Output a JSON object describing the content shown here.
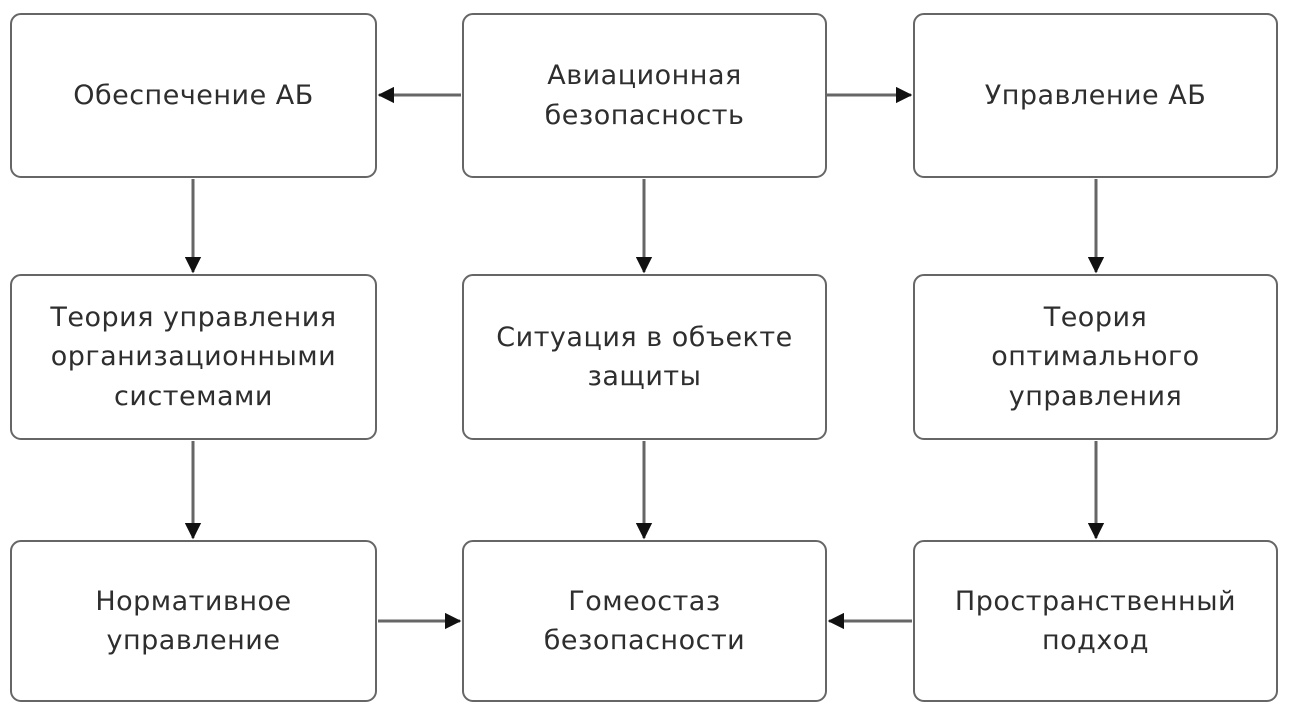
{
  "diagram": {
    "title": "Aviation security concepts flowchart",
    "nodes": {
      "security_provision": {
        "label": "Обеспечение АБ"
      },
      "aviation_security": {
        "label": "Авиационная\nбезопасность"
      },
      "security_management": {
        "label": "Управление АБ"
      },
      "org_systems_control_theory": {
        "label": "Теория управления\nорганизационными\nсистемами"
      },
      "protected_object_situation": {
        "label": "Ситуация в объекте\nзащиты"
      },
      "optimal_control_theory": {
        "label": "Теория\nоптимального\nуправления"
      },
      "normative_management": {
        "label": "Нормативное\nуправление"
      },
      "safety_homeostasis": {
        "label": "Гомеостаз\nбезопасности"
      },
      "spatial_approach": {
        "label": "Пространственный\nподход"
      }
    },
    "edges": [
      {
        "from": "aviation_security",
        "to": "security_provision"
      },
      {
        "from": "aviation_security",
        "to": "security_management"
      },
      {
        "from": "security_provision",
        "to": "org_systems_control_theory"
      },
      {
        "from": "aviation_security",
        "to": "protected_object_situation"
      },
      {
        "from": "security_management",
        "to": "optimal_control_theory"
      },
      {
        "from": "org_systems_control_theory",
        "to": "normative_management"
      },
      {
        "from": "protected_object_situation",
        "to": "safety_homeostasis"
      },
      {
        "from": "optimal_control_theory",
        "to": "spatial_approach"
      },
      {
        "from": "normative_management",
        "to": "safety_homeostasis"
      },
      {
        "from": "spatial_approach",
        "to": "safety_homeostasis"
      }
    ],
    "colors": {
      "node_border": "#666666",
      "edge_line": "#666666",
      "arrowhead": "#111111",
      "text": "#2e2e2e",
      "background": "#ffffff"
    }
  }
}
